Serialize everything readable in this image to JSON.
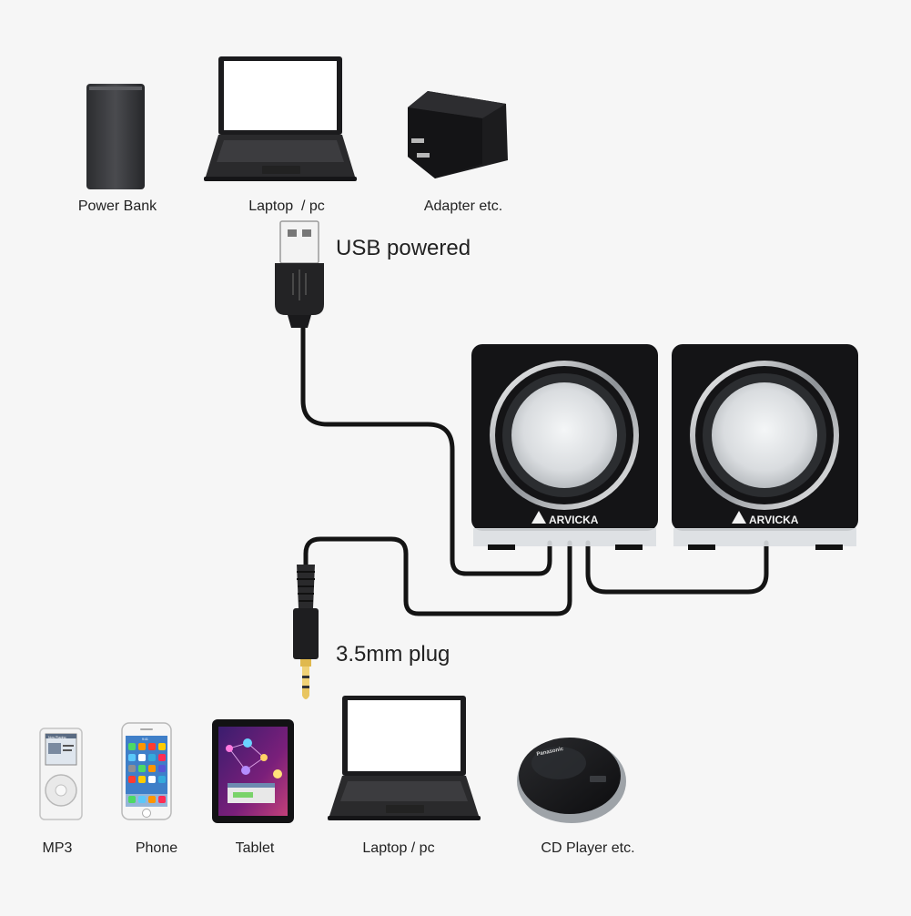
{
  "callouts": {
    "usb": "USB powered",
    "jack": "3.5mm plug"
  },
  "brand": "ARVICKA",
  "power_sources": [
    {
      "label": "Power Bank",
      "icon": "power-bank-icon"
    },
    {
      "label": "Laptop  / pc",
      "icon": "laptop-icon"
    },
    {
      "label": "Adapter etc.",
      "icon": "adapter-icon"
    }
  ],
  "audio_sources": [
    {
      "label": "MP3",
      "icon": "mp3-player-icon"
    },
    {
      "label": "Phone",
      "icon": "phone-icon"
    },
    {
      "label": "Tablet",
      "icon": "tablet-icon"
    },
    {
      "label": "Laptop / pc",
      "icon": "laptop-icon"
    },
    {
      "label": "CD Player etc.",
      "icon": "cd-player-icon"
    }
  ],
  "phone_screen": {
    "status": "9:41"
  },
  "mp3_screen": {
    "title": "Now Playing"
  },
  "cd_brand": "Panasonic",
  "colors": {
    "background": "#f6f6f6",
    "device_black": "#1c1c1e",
    "cable": "#141414",
    "cone": "#e4e6e8"
  }
}
